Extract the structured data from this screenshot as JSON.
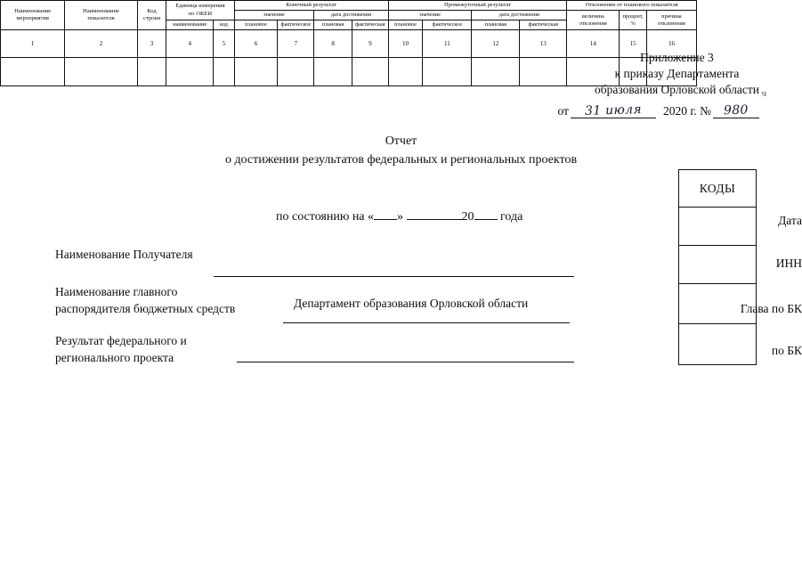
{
  "approval": {
    "lines": [
      "Приложение 3",
      "к приказу Департамента",
      "образования Орловской области"
    ],
    "stray_mark": "ч",
    "order": {
      "prefix": "от",
      "date_handwritten": "31 июля",
      "year": "2020 г. №",
      "number_handwritten": "980"
    }
  },
  "title": {
    "main": "Отчет",
    "sub": "о достижении результатов федеральных и региональных проектов"
  },
  "asof": {
    "prefix": "по состоянию на «",
    "quote_close": "»",
    "year_prefix": "20",
    "suffix": "года"
  },
  "fields": {
    "recipient_label": "Наименование Получателя",
    "manager_label_l1": "Наименование главного",
    "manager_label_l2": "распорядителя бюджетных средств",
    "manager_value": "Департамент образования Орловской области",
    "result_label_l1": "Результат федерального и",
    "result_label_l2": "регионального проекта"
  },
  "codes": {
    "header": "КОДЫ",
    "rows": [
      {
        "label": "Дата",
        "value": ""
      },
      {
        "label": "ИНН",
        "value": ""
      },
      {
        "label": "Глава по  БК",
        "value": ""
      },
      {
        "label": "по БК",
        "value": ""
      }
    ]
  },
  "table": {
    "group_headers": {
      "meropriyatie_l1": "Наименование",
      "meropriyatie_l2": "мероприятия",
      "pokazatel_l1": "Наименование",
      "pokazatel_l2": "показателя",
      "kod_stroki_l1": "Код",
      "kod_stroki_l2": "строки",
      "edinica_l1": "Единица измерения",
      "edinica_l2": "по ОКЕИ",
      "konechnyi": "Конечный результат",
      "promezhutochnyi": "Промежуточный результат",
      "otklonenie": "Отклонение от планового показателя"
    },
    "sub_headers": {
      "znachenie": "значение",
      "data_dostizheniya_k": "дата достижения",
      "data_dostizheniya_p": "дата достижения",
      "velichina_l1": "величина",
      "velichina_l2": "отклонения",
      "procent_l1": "процент,",
      "procent_l2": "%",
      "prichina_l1": "причина",
      "prichina_l2": "отклонения"
    },
    "leaf_headers": {
      "naimenovanie": "наименование",
      "kod": "код",
      "planovoe_k": "плановое",
      "fakticheskoe_k": "фактическое",
      "planovaya_k": "плановая",
      "fakticheskaya_k": "фактическая",
      "planovoe_p": "плановое",
      "fakticheskoe_p": "фактическое",
      "planovaya_p": "плановая",
      "fakticheskaya_p": "фактическая"
    },
    "column_numbers": [
      "1",
      "2",
      "3",
      "4",
      "5",
      "6",
      "7",
      "8",
      "9",
      "10",
      "11",
      "12",
      "13",
      "14",
      "15",
      "16"
    ]
  }
}
